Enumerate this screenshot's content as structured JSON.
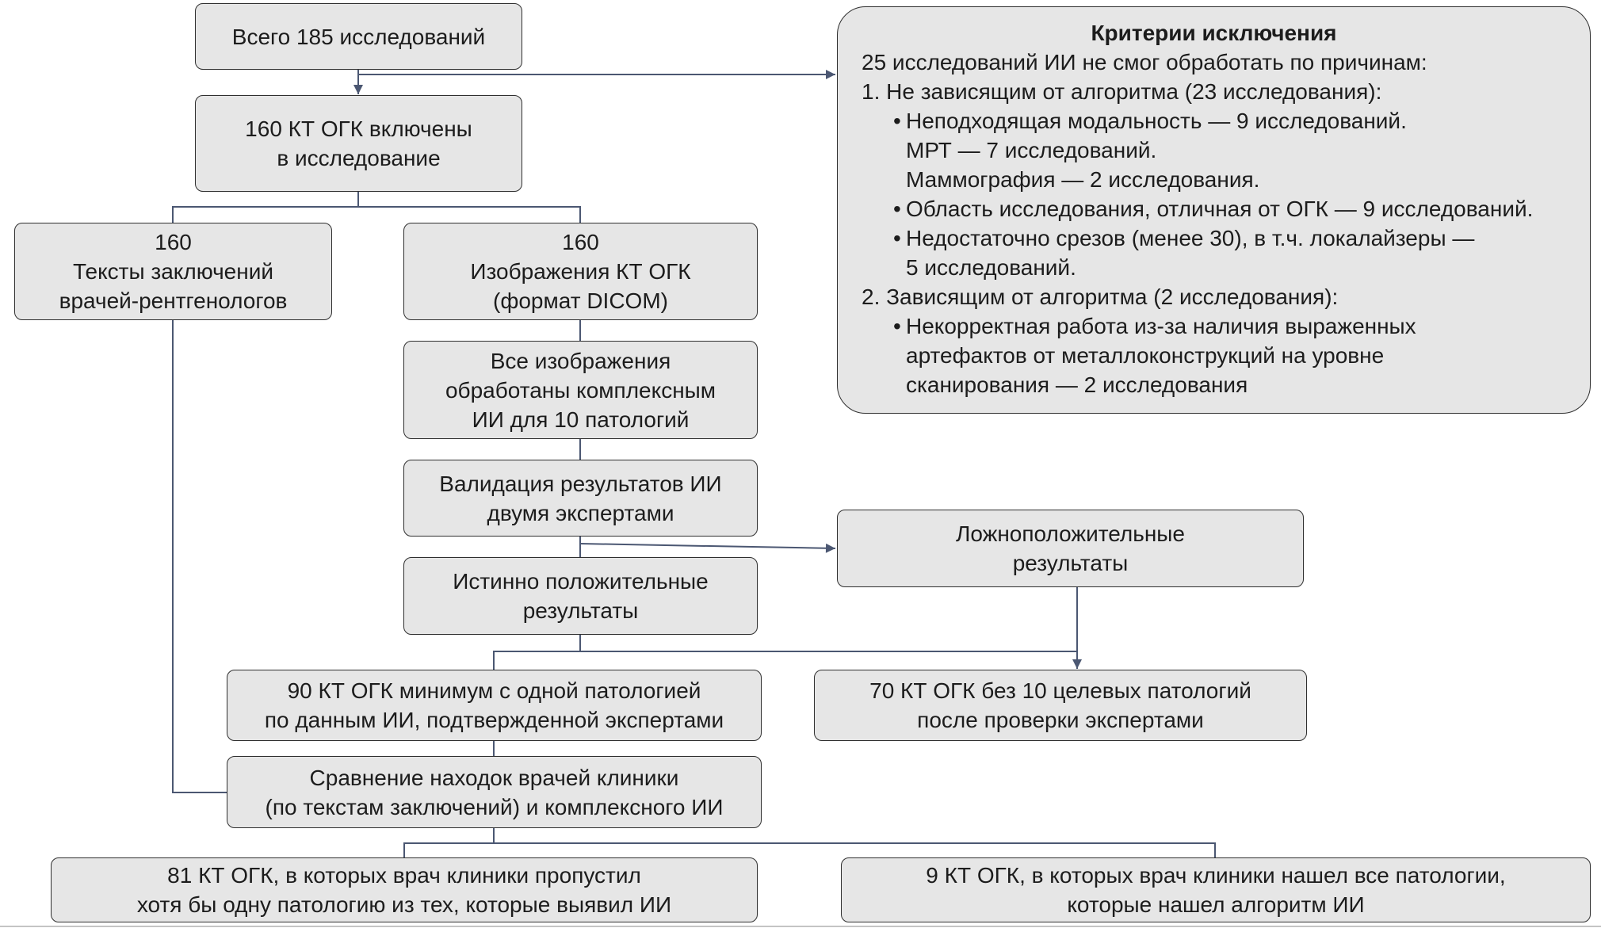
{
  "diagram": {
    "nodes": {
      "total": {
        "text": "Всего 185 исследований"
      },
      "included": {
        "text": "160 КТ ОГК включены\nв исследование"
      },
      "reports": {
        "text": "160\nТексты заключений\nврачей-рентгенологов"
      },
      "images": {
        "text": "160\nИзображения КТ ОГК\n(формат DICOM)"
      },
      "processed": {
        "text": "Все изображения\nобработаны комплексным\nИИ для 10 патологий"
      },
      "validation": {
        "text": "Валидация результатов ИИ\nдвумя экспертами"
      },
      "true_positive": {
        "text": "Истинно положительные\nрезультаты"
      },
      "false_positive": {
        "text": "Ложноположительные\nрезультаты"
      },
      "with_pathology": {
        "text": "90 КТ ОГК минимум с одной патологией\nпо данным ИИ, подтвержденной экспертами"
      },
      "without_pathology": {
        "text": "70 КТ ОГК без 10 целевых патологий\nпосле проверки экспертами"
      },
      "comparison": {
        "text": "Сравнение находок врачей клиники\n(по текстам заключений) и комплексного ИИ"
      },
      "missed": {
        "text": "81 КТ ОГК, в которых врач клиники пропустил\nхотя бы одну патологию из тех, которые выявил ИИ"
      },
      "found_all": {
        "text": "9 КТ ОГК, в которых врач клиники нашел все патологии,\nкоторые нашел алгоритм ИИ"
      }
    },
    "exclusion": {
      "title": "Критерии исключения",
      "intro": "25 исследований ИИ не смог обработать по причинам:",
      "groups": [
        {
          "heading": "1. Не зависящим от алгоритма (23 исследования):",
          "items": [
            "Неподходящая модальность — 9 исследований.\nМРТ — 7 исследований.\nМаммография — 2 исследования.",
            "Область исследования, отличная от ОГК — 9 исследований.",
            "Недостаточно срезов (менее 30), в т.ч. локалайзеры —\n5 исследований."
          ]
        },
        {
          "heading": "2. Зависящим от алгоритма (2 исследования):",
          "items": [
            "Некорректная работа из-за наличия выраженных\nартефактов от металлоконструкций на уровне\nсканирования — 2 исследования"
          ]
        }
      ]
    }
  },
  "colors": {
    "box_fill": "#e6e6e6",
    "box_border": "#2f2f2f",
    "connector": "#4b5772",
    "text": "#1c1c1c",
    "rule": "#c4c4c4"
  }
}
